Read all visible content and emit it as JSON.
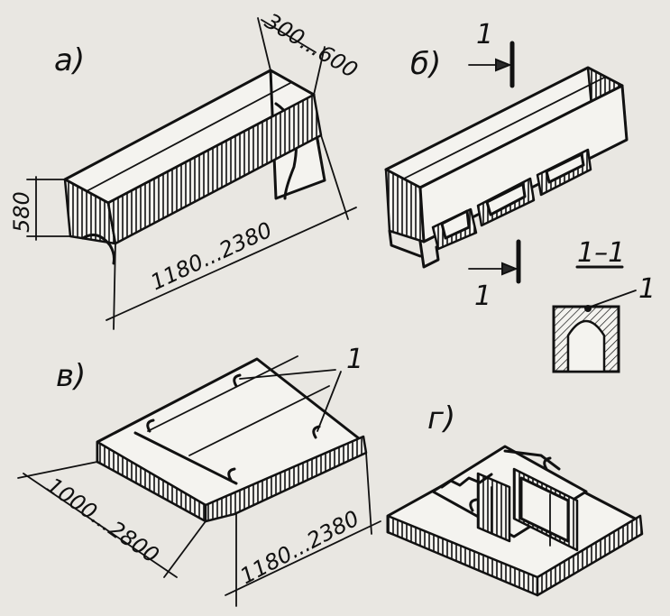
{
  "labels": {
    "a": "а)",
    "b": "б)",
    "v": "в)",
    "g": "г)"
  },
  "dimensions": {
    "a_width": "300...600",
    "a_height": "580",
    "a_length": "1180...2380",
    "v_width": "1000...2800",
    "v_length": "1180...2380"
  },
  "markers": {
    "section_top": "1",
    "section_bottom": "1",
    "section_title": "1–1",
    "section_callout": "1",
    "v_callout": "1"
  }
}
